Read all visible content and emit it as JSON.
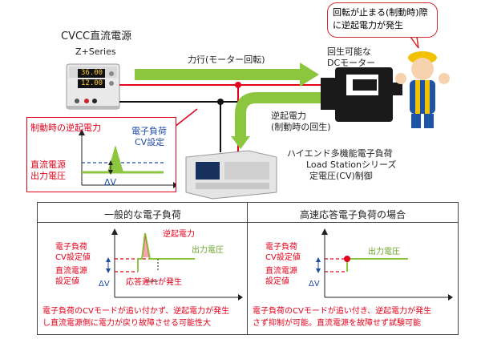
{
  "supply": {
    "title": "CVCC直流電源",
    "series": "Z+Series",
    "display_v": "36.00",
    "display_a": "12.00"
  },
  "arrow_label": "力行(モーター回転)",
  "motor": {
    "label_line1": "回生可能な",
    "label_line2": "DCモーター"
  },
  "regen": {
    "line1": "逆起電力",
    "line2": "(制動時の回生)"
  },
  "bubble": {
    "line1": "回転が止まる(制動時)際",
    "line2": "に逆起電力が発生"
  },
  "load": {
    "line1": "ハイエンド多機能電子負荷",
    "line2": "Load Stationシリーズ",
    "line3": "定電圧(CV)制御"
  },
  "inset": {
    "back_emf": "制動時の逆起電力",
    "cv_line1": "電子負荷",
    "cv_line2": "CV設定",
    "dc_line1": "直流電源",
    "dc_line2": "出力電圧",
    "delta_v": "ΔV"
  },
  "panel_left": {
    "title": "一般的な電子負荷",
    "cv_line1": "電子負荷",
    "cv_line2": "CV設定値",
    "dc_line1": "直流電源",
    "dc_line2": "設定値",
    "delta_v": "ΔV",
    "back_emf": "逆起電力",
    "output": "出力電圧",
    "delay": "応答遅れが発生",
    "caption_line1": "電子負荷のCVモードが追い付かず、逆起電力が発生",
    "caption_line2": "し直流電源側に電力が戻り故障させる可能性大"
  },
  "panel_right": {
    "title": "高速応答電子負荷の場合",
    "cv_line1": "電子負荷",
    "cv_line2": "CV設定値",
    "dc_line1": "直流電源",
    "dc_line2": "設定値",
    "delta_v": "ΔV",
    "output": "出力電圧",
    "caption_line1": "電子負荷のCVモードが追い付き、逆起電力が発生",
    "caption_line2": "さず抑制が可能。直流電源を故障せず試験可能"
  },
  "colors": {
    "accent_red": "#e3001b",
    "blue": "#1f4aa8",
    "green": "#8cc63f",
    "motor": "#1a1a1a"
  }
}
